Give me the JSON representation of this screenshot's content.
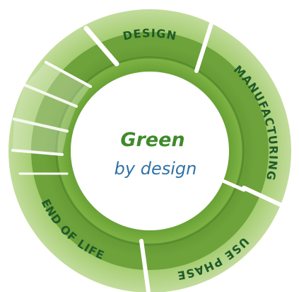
{
  "center": {
    "title": "Green",
    "subtitle": "by design"
  },
  "stages": [
    {
      "label": "DESIGN"
    },
    {
      "label": "MANUFACTURING"
    },
    {
      "label": "USE PHASE"
    },
    {
      "label": "END OF LIFE"
    }
  ],
  "colors": {
    "outer_light": "#b6d48a",
    "outer_mid": "#8fbd55",
    "inner_dark": "#5f9a32",
    "text_dark_green": "#1f5a2a",
    "title_green": "#3f8a2c",
    "subtitle_blue": "#2f72a6"
  }
}
